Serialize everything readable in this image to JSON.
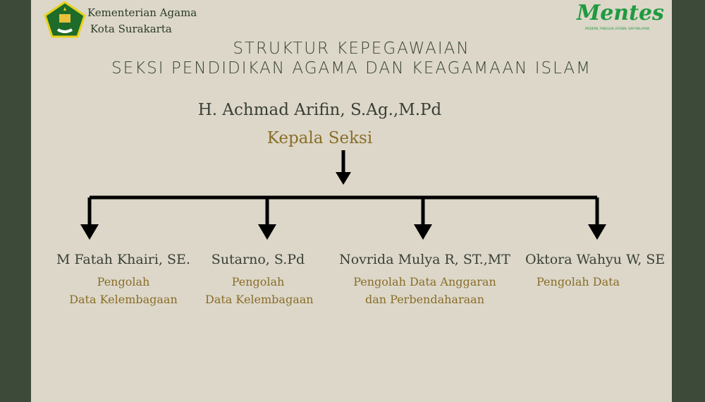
{
  "header": {
    "org_line1": "Kementerian Agama",
    "org_line2": "Kota Surakarta",
    "logo_left": "kemenag-logo",
    "logo_right": {
      "name": "mentes-logo",
      "text": "Mentes",
      "tagline": "MODERN, TANGGUH, EFISIEN, SIAP MELAYANI"
    },
    "brand_green": "#1f9a3f"
  },
  "title": {
    "line1": "STRUKTUR KEPEGAWAIAN",
    "line2": "SEKSI PENDIDIKAN AGAMA DAN KEAGAMAAN ISLAM"
  },
  "head": {
    "name": "H. Achmad Arifin, S.Ag.,M.Pd",
    "role": "Kepala Seksi"
  },
  "staff": [
    {
      "name": "M Fatah Khairi, SE.",
      "role1": "Pengolah",
      "role2": "Data Kelembagaan"
    },
    {
      "name": "Sutarno, S.Pd",
      "role1": "Pengolah",
      "role2": "Data Kelembagaan"
    },
    {
      "name": "Novrida Mulya R, ST.,MT",
      "role1": "Pengolah Data Anggaran",
      "role2": "dan Perbendaharaan"
    },
    {
      "name": "Oktora Wahyu W, SE",
      "role1": "Pengolah Data",
      "role2": ""
    }
  ],
  "colors": {
    "page": "#dcd7c9",
    "sides": "#3e4a39",
    "role": "#8a6d28"
  }
}
